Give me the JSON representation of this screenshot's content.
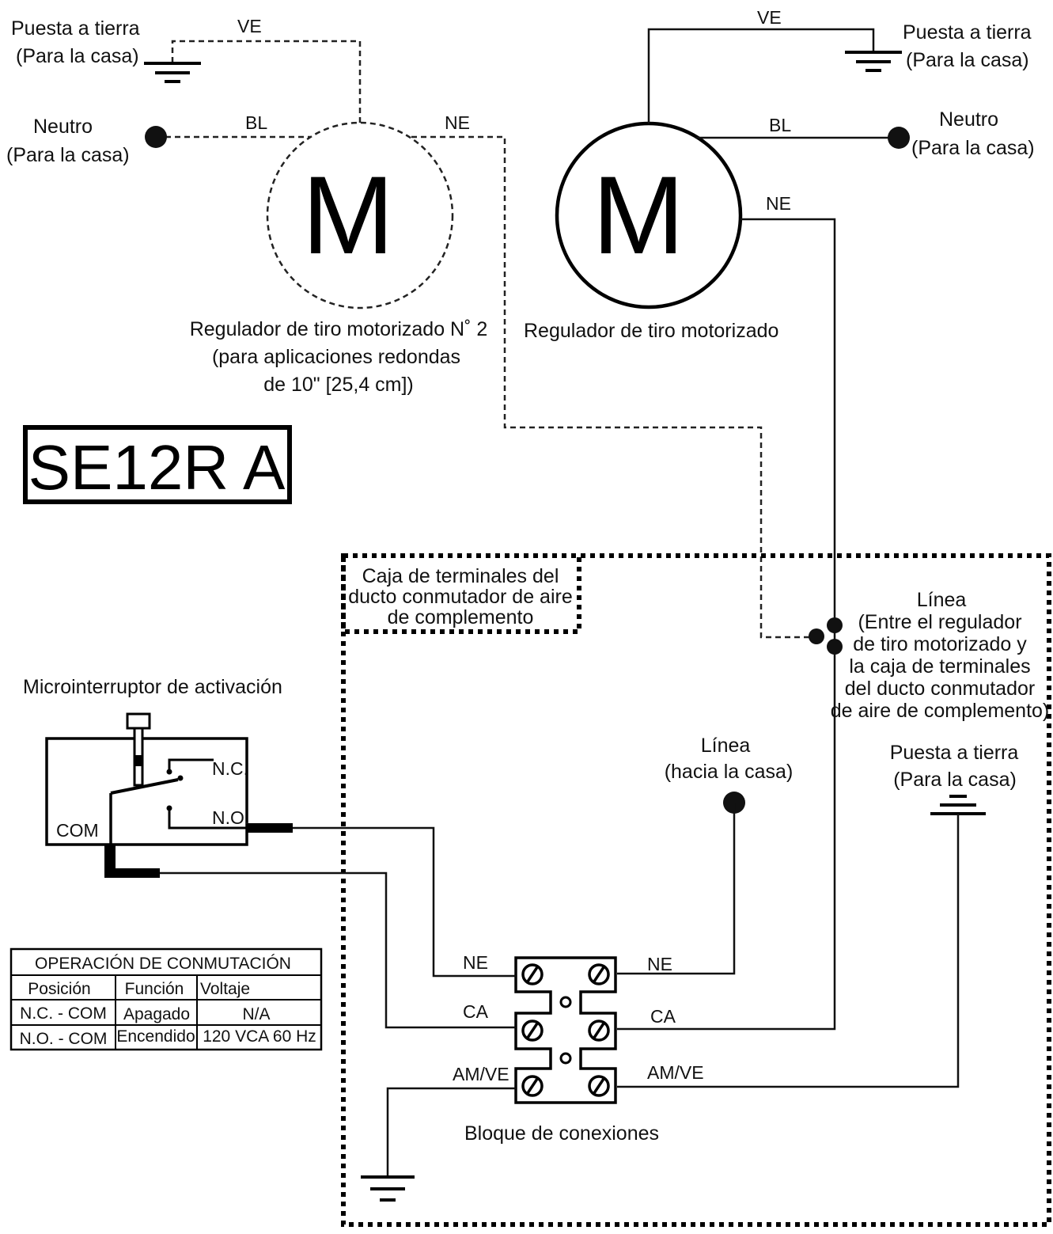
{
  "model_label": "SE12R A",
  "motor_symbol": "M",
  "left_motor": {
    "caption_lines": [
      "Regulador de tiro motorizado N˚ 2",
      "(para aplicaciones redondas",
      "de 10\" [25,4 cm])"
    ],
    "ground_lines": [
      "Puesta a tierra",
      "(Para la casa)"
    ],
    "neutral_lines": [
      "Neutro",
      "(Para la casa)"
    ],
    "wire_ve": "VE",
    "wire_bl": "BL",
    "wire_ne": "NE"
  },
  "right_motor": {
    "caption": "Regulador de tiro motorizado",
    "ground_lines": [
      "Puesta a tierra",
      "(Para la casa)"
    ],
    "neutral_lines": [
      "Neutro",
      "(Para la casa)"
    ],
    "wire_ve": "VE",
    "wire_bl": "BL",
    "wire_ne": "NE"
  },
  "terminal_box_lines": [
    "Caja de terminales del",
    "ducto conmutador de aire",
    "de complemento"
  ],
  "line_between_lines": [
    "Línea",
    "(Entre el regulador",
    "de tiro motorizado y",
    "la caja de terminales",
    "del ducto conmutador",
    "de aire de complemento)"
  ],
  "line_house_lines": [
    "Línea",
    "(hacia la casa)"
  ],
  "ground_house_lines": [
    "Puesta a tierra",
    "(Para la casa)"
  ],
  "microswitch": {
    "title": "Microinterruptor de activación",
    "nc": "N.C.",
    "no": "N.O.",
    "com": "COM"
  },
  "connection_block": {
    "caption": "Bloque de conexiones",
    "left_labels": [
      "NE",
      "CA",
      "AM/VE"
    ],
    "right_labels": [
      "NE",
      "CA",
      "AM/VE"
    ]
  },
  "switch_table": {
    "title": "OPERACIÓN DE CONMUTACIÓN",
    "headers": [
      "Posición",
      "Función",
      "Voltaje"
    ],
    "rows": [
      [
        "N.C. - COM",
        "Apagado",
        "N/A"
      ],
      [
        "N.O. - COM",
        "Encendido",
        "120 VCA 60 Hz"
      ]
    ]
  }
}
